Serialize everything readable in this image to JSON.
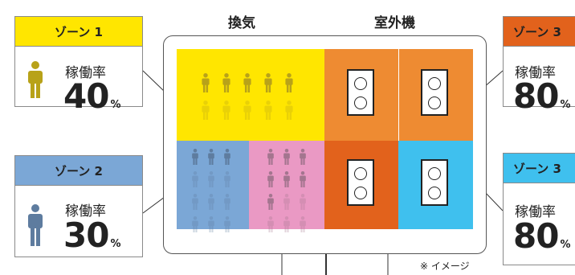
{
  "labels": {
    "ventilation": "換気",
    "outdoor_unit": "室外機",
    "note": "※ イメージ"
  },
  "cards": [
    {
      "id": "zone1",
      "title": "ゾーン 1",
      "rate_label": "稼働率",
      "rate_value": "40",
      "unit": "%",
      "head_color": "#FFE600",
      "icon_color": "#B8A219"
    },
    {
      "id": "zone2",
      "title": "ゾーン 2",
      "rate_label": "稼働率",
      "rate_value": "30",
      "unit": "%",
      "head_color": "#7BA7D6",
      "icon_color": "#5E7C9F"
    },
    {
      "id": "zone3a",
      "title": "ゾーン 3",
      "rate_label": "稼働率",
      "rate_value": "80",
      "unit": "%",
      "head_color": "#E2621C",
      "icon_color": "#E2621C"
    },
    {
      "id": "zone3b",
      "title": "ゾーン 3",
      "rate_label": "稼働率",
      "rate_value": "80",
      "unit": "%",
      "head_color": "#3FC0EE",
      "icon_color": "#3FC0EE"
    }
  ],
  "zones": {
    "yellow": {
      "color": "#FFE600",
      "people_total": 10,
      "people_active": 5,
      "icon_color": "#B8A219"
    },
    "blue": {
      "color": "#7BA7D6",
      "people_total": 12,
      "people_active": 3,
      "icon_color": "#5E7C9F"
    },
    "pink": {
      "color": "#EA99C4",
      "people_total": 12,
      "people_active": 7,
      "icon_color": "#A4758F"
    },
    "orange_top_left": {
      "color": "#EE8B32"
    },
    "orange_top_right": {
      "color": "#EE8B32"
    },
    "orange_bottom": {
      "color": "#E2621C"
    },
    "cyan_bottom": {
      "color": "#3FC0EE"
    }
  }
}
